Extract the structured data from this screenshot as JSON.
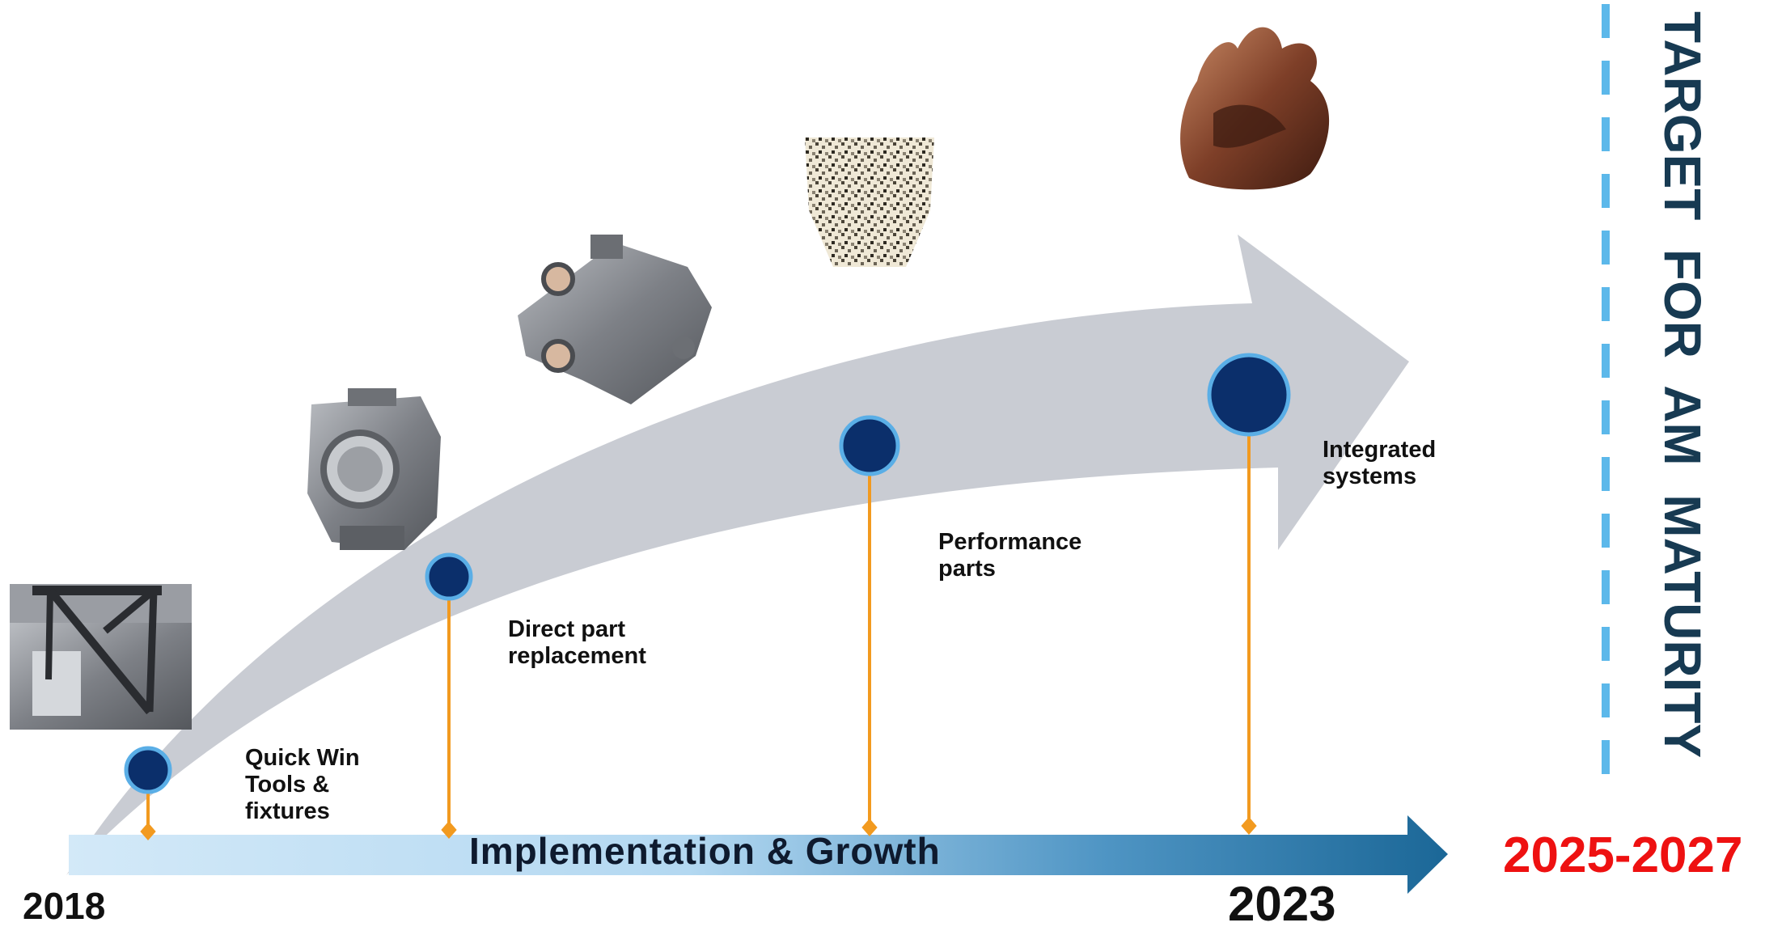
{
  "timeline": {
    "label": "Implementation & Growth",
    "start_year": "2018",
    "mid_year": "2023",
    "target_years": "2025-2027"
  },
  "target": {
    "title": "TARGET  FOR  AM  MATURITY"
  },
  "milestones": [
    {
      "label": "Quick Win\nTools &\nfixtures"
    },
    {
      "label": "Direct part\nreplacement"
    },
    {
      "label": "Performance\nparts"
    },
    {
      "label": "Integrated\nsystems"
    }
  ],
  "colors": {
    "growth_arrow": "#c8ccd3",
    "timeline_start": "#cfe6f7",
    "timeline_end": "#1e6a99",
    "milestone_dot": "#0b2f6b",
    "milestone_ring": "#5aaee6",
    "connector": "#f29a1f",
    "target_line": "#5cb8ea",
    "target_years": "#ee1111"
  },
  "icons": [
    "lattice-bracket-image",
    "valve-housing-image",
    "manifold-part-image",
    "lattice-insert-image",
    "organic-component-image"
  ]
}
